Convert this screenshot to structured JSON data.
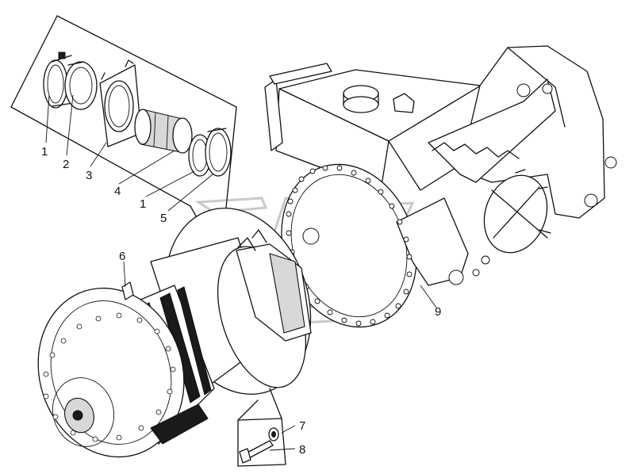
{
  "callouts": [
    {
      "id": "c1a",
      "text": "1"
    },
    {
      "id": "c2",
      "text": "2"
    },
    {
      "id": "c3",
      "text": "3"
    },
    {
      "id": "c4",
      "text": "4"
    },
    {
      "id": "c1b",
      "text": "1"
    },
    {
      "id": "c5",
      "text": "5"
    },
    {
      "id": "c6",
      "text": "6"
    },
    {
      "id": "c9",
      "text": "9"
    },
    {
      "id": "c7",
      "text": "7"
    },
    {
      "id": "c8",
      "text": "8"
    }
  ],
  "colors": {
    "line": "#111111",
    "background": "#ffffff",
    "watermark": "#c9c9c9"
  }
}
